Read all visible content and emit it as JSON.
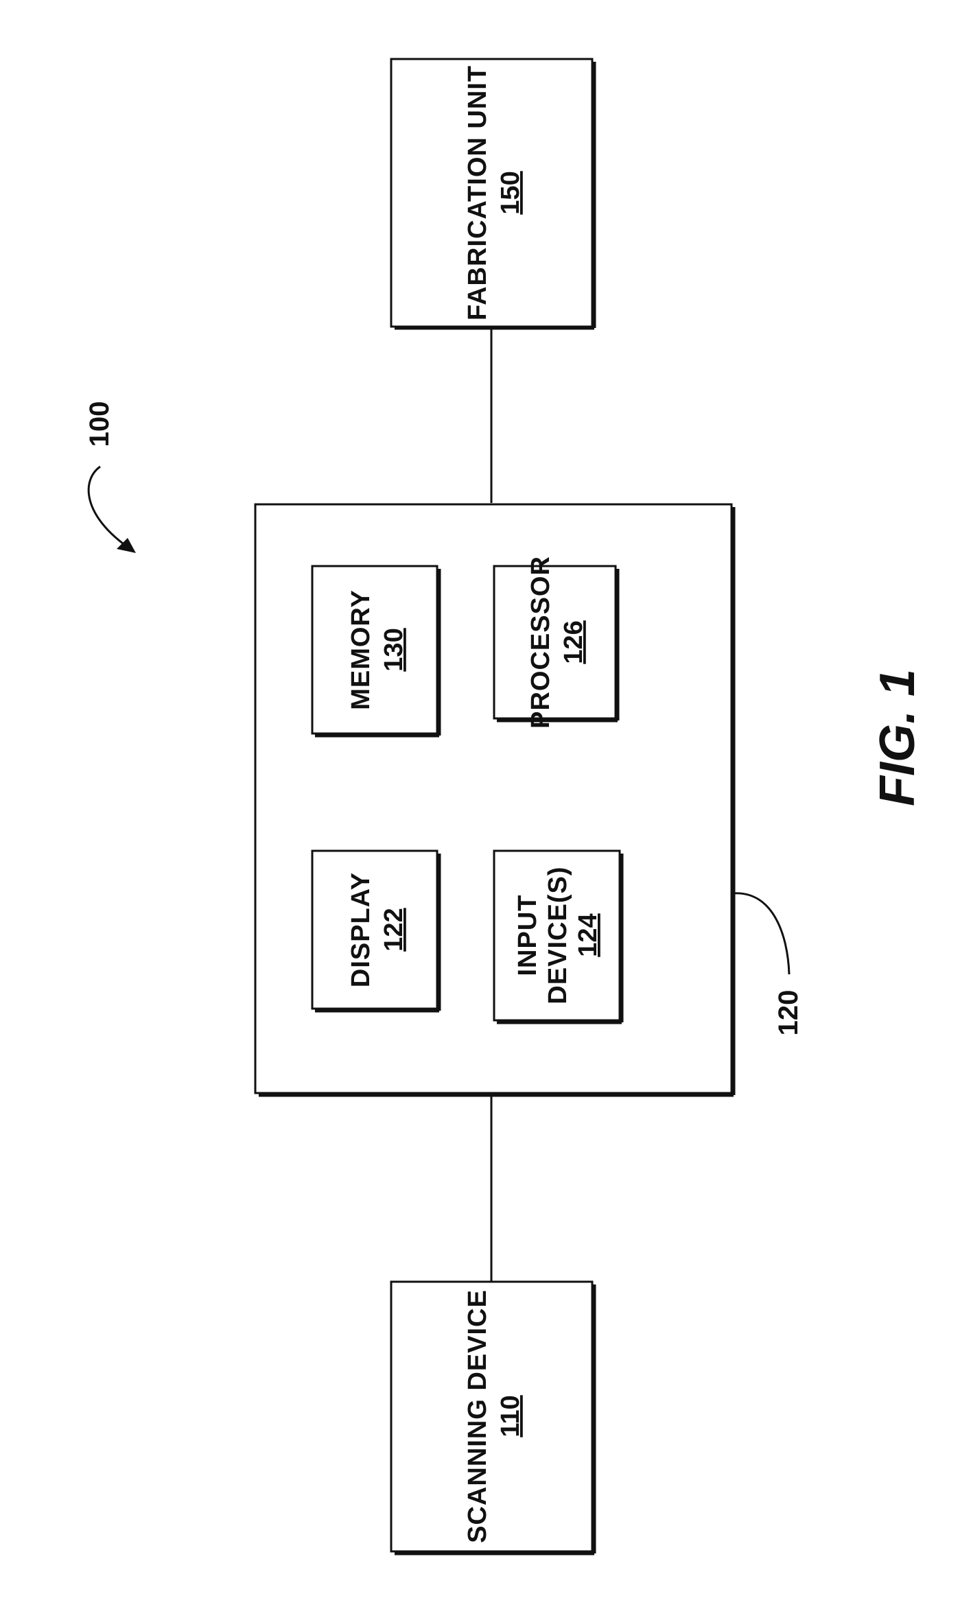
{
  "figure_label": "FIG. 1",
  "system_ref": "100",
  "computer_ref": "120",
  "blocks": {
    "fabrication": {
      "label": "FABRICATION UNIT",
      "number": "150"
    },
    "scanning": {
      "label": "SCANNING DEVICE",
      "number": "110"
    },
    "memory": {
      "label": "MEMORY",
      "number": "130"
    },
    "processor": {
      "label": "PROCESSOR",
      "number": "126"
    },
    "display": {
      "label": "DISPLAY",
      "number": "122"
    },
    "input": {
      "label_line1": "INPUT",
      "label_line2": "DEVICE(S)",
      "number": "124"
    }
  }
}
